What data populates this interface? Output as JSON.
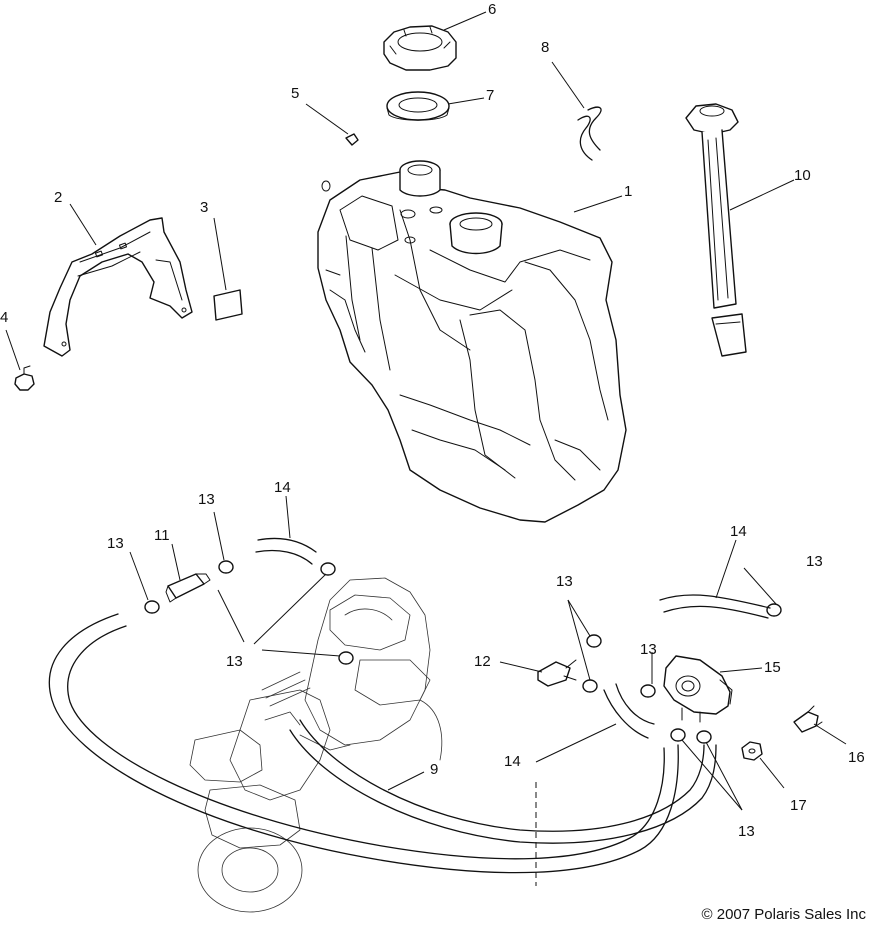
{
  "diagram": {
    "callouts": {
      "c1": "1",
      "c2": "2",
      "c3": "3",
      "c4": "4",
      "c5": "5",
      "c6": "6",
      "c7": "7",
      "c8": "8",
      "c9": "9",
      "c10": "10",
      "c11": "11",
      "c12": "12",
      "c13a": "13",
      "c13b": "13",
      "c13c": "13",
      "c13d": "13",
      "c13e": "13",
      "c13f": "13",
      "c13g": "13",
      "c14a": "14",
      "c14b": "14",
      "c14c": "14",
      "c15": "15",
      "c16": "16",
      "c17": "17"
    },
    "copyright": "© 2007  Polaris Sales Inc"
  }
}
